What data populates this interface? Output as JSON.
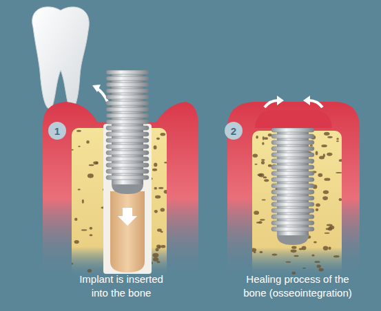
{
  "diagram": {
    "nodes": [
      {
        "text": [
          "1"
        ]
      },
      {
        "text": [
          "2"
        ]
      }
    ],
    "labels": [
      "Implant is inserted into the bone",
      "Healing process of the bone (osseointegration)"
    ]
  }
}
